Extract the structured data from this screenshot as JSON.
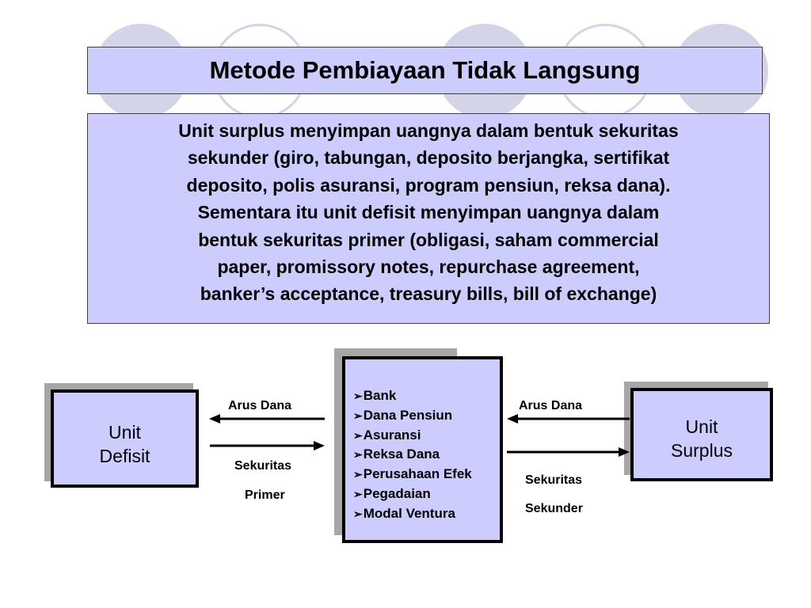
{
  "title": "Metode Pembiayaan Tidak Langsung",
  "paragraph": [
    "Unit surplus menyimpan uangnya dalam bentuk sekuritas",
    "sekunder (giro, tabungan, deposito berjangka, sertifikat",
    "deposito, polis asuransi, program pensiun, reksa dana).",
    "Sementara itu unit defisit menyimpan uangnya dalam",
    "bentuk sekuritas primer (obligasi, saham commercial",
    "paper, promissory notes, repurchase agreement,",
    "banker’s acceptance, treasury bills, bill of exchange)"
  ],
  "diagram": {
    "unit_defisit": {
      "line1": "Unit",
      "line2": "Defisit"
    },
    "unit_surplus": {
      "line1": "Unit",
      "line2": "Surplus"
    },
    "institutions": [
      "Bank",
      "Dana Pensiun",
      "Asuransi",
      "Reksa Dana",
      "Perusahaan Efek",
      "Pegadaian",
      "Modal Ventura"
    ],
    "bullet_glyph": "➢",
    "left_flow": {
      "arus_dana": "Arus Dana",
      "sekuritas": "Sekuritas",
      "jenis": "Primer"
    },
    "right_flow": {
      "arus_dana": "Arus Dana",
      "sekuritas": "Sekuritas",
      "jenis": "Sekunder"
    }
  },
  "colors": {
    "box_fill": "#ccccff",
    "shadow": "#a6a6a6",
    "deco_circle": "#d4d4e8",
    "text": "#000000"
  }
}
